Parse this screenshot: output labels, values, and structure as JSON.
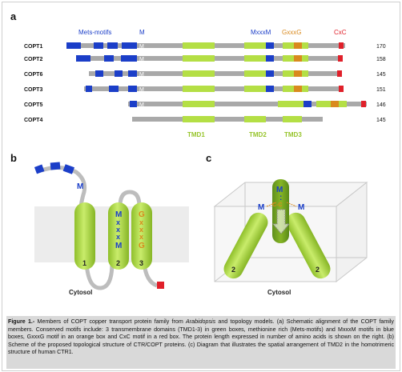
{
  "panels": {
    "a": "a",
    "b": "b",
    "c": "c"
  },
  "panel_a": {
    "motif_labels": {
      "mets": "Mets-motifs",
      "m": "M",
      "mxxxm": "MxxxM",
      "gxxxg": "GxxxG",
      "cxc": "CxC"
    },
    "rows": [
      {
        "name": "COPT1",
        "length": "170"
      },
      {
        "name": "COPT2",
        "length": "158"
      },
      {
        "name": "COPT6",
        "length": "145"
      },
      {
        "name": "COPT3",
        "length": "151"
      },
      {
        "name": "COPT5",
        "length": "146"
      },
      {
        "name": "COPT4",
        "length": "145"
      }
    ],
    "m_label": "M",
    "tmd_labels": [
      "TMD1",
      "TMD2",
      "TMD3"
    ]
  },
  "panel_b": {
    "m_top": "M",
    "helix_numbers": [
      "1",
      "2",
      "3"
    ],
    "mxxxm_letters": [
      "M",
      "x",
      "x",
      "x",
      "M"
    ],
    "gxxxg_letters": [
      "G",
      "x",
      "x",
      "x",
      "G"
    ],
    "cytosol": "Cytosol"
  },
  "panel_c": {
    "center_top": "M",
    "dots": ":",
    "left_m": "M",
    "right_m": "M",
    "cxc": "C-C",
    "helix_numbers": [
      "2",
      "2"
    ],
    "cytosol": "Cytosol"
  },
  "caption": {
    "bold": "Figure 1.-",
    "t1": " Members of COPT copper transport protein family from ",
    "italic": "Arabidopsis",
    "t2": " and topology models. (a) Schematic alignment of the COPT family members. Conserved motifs include: 3 transmembrane domains (TMD1-3) in green boxes, methionine rich (Mets-motifs) and MxxxM motifs in blue boxes, GxxxG motif in an orange box and CxC motif in a red box. The protein length expressed in number of amino acids is shown on the right. (b) Scheme of the proposed topological structure of CTR/COPT proteins. (c) Diagram that illustrates the spatial arrangement of TMD2 in the homotrimeric structure of human CTR1."
  },
  "colors": {
    "blue": "#1b3ec8",
    "green": "#b4df45",
    "orange": "#d98a1e",
    "red": "#e0202a",
    "grey": "#a9a9a9"
  }
}
